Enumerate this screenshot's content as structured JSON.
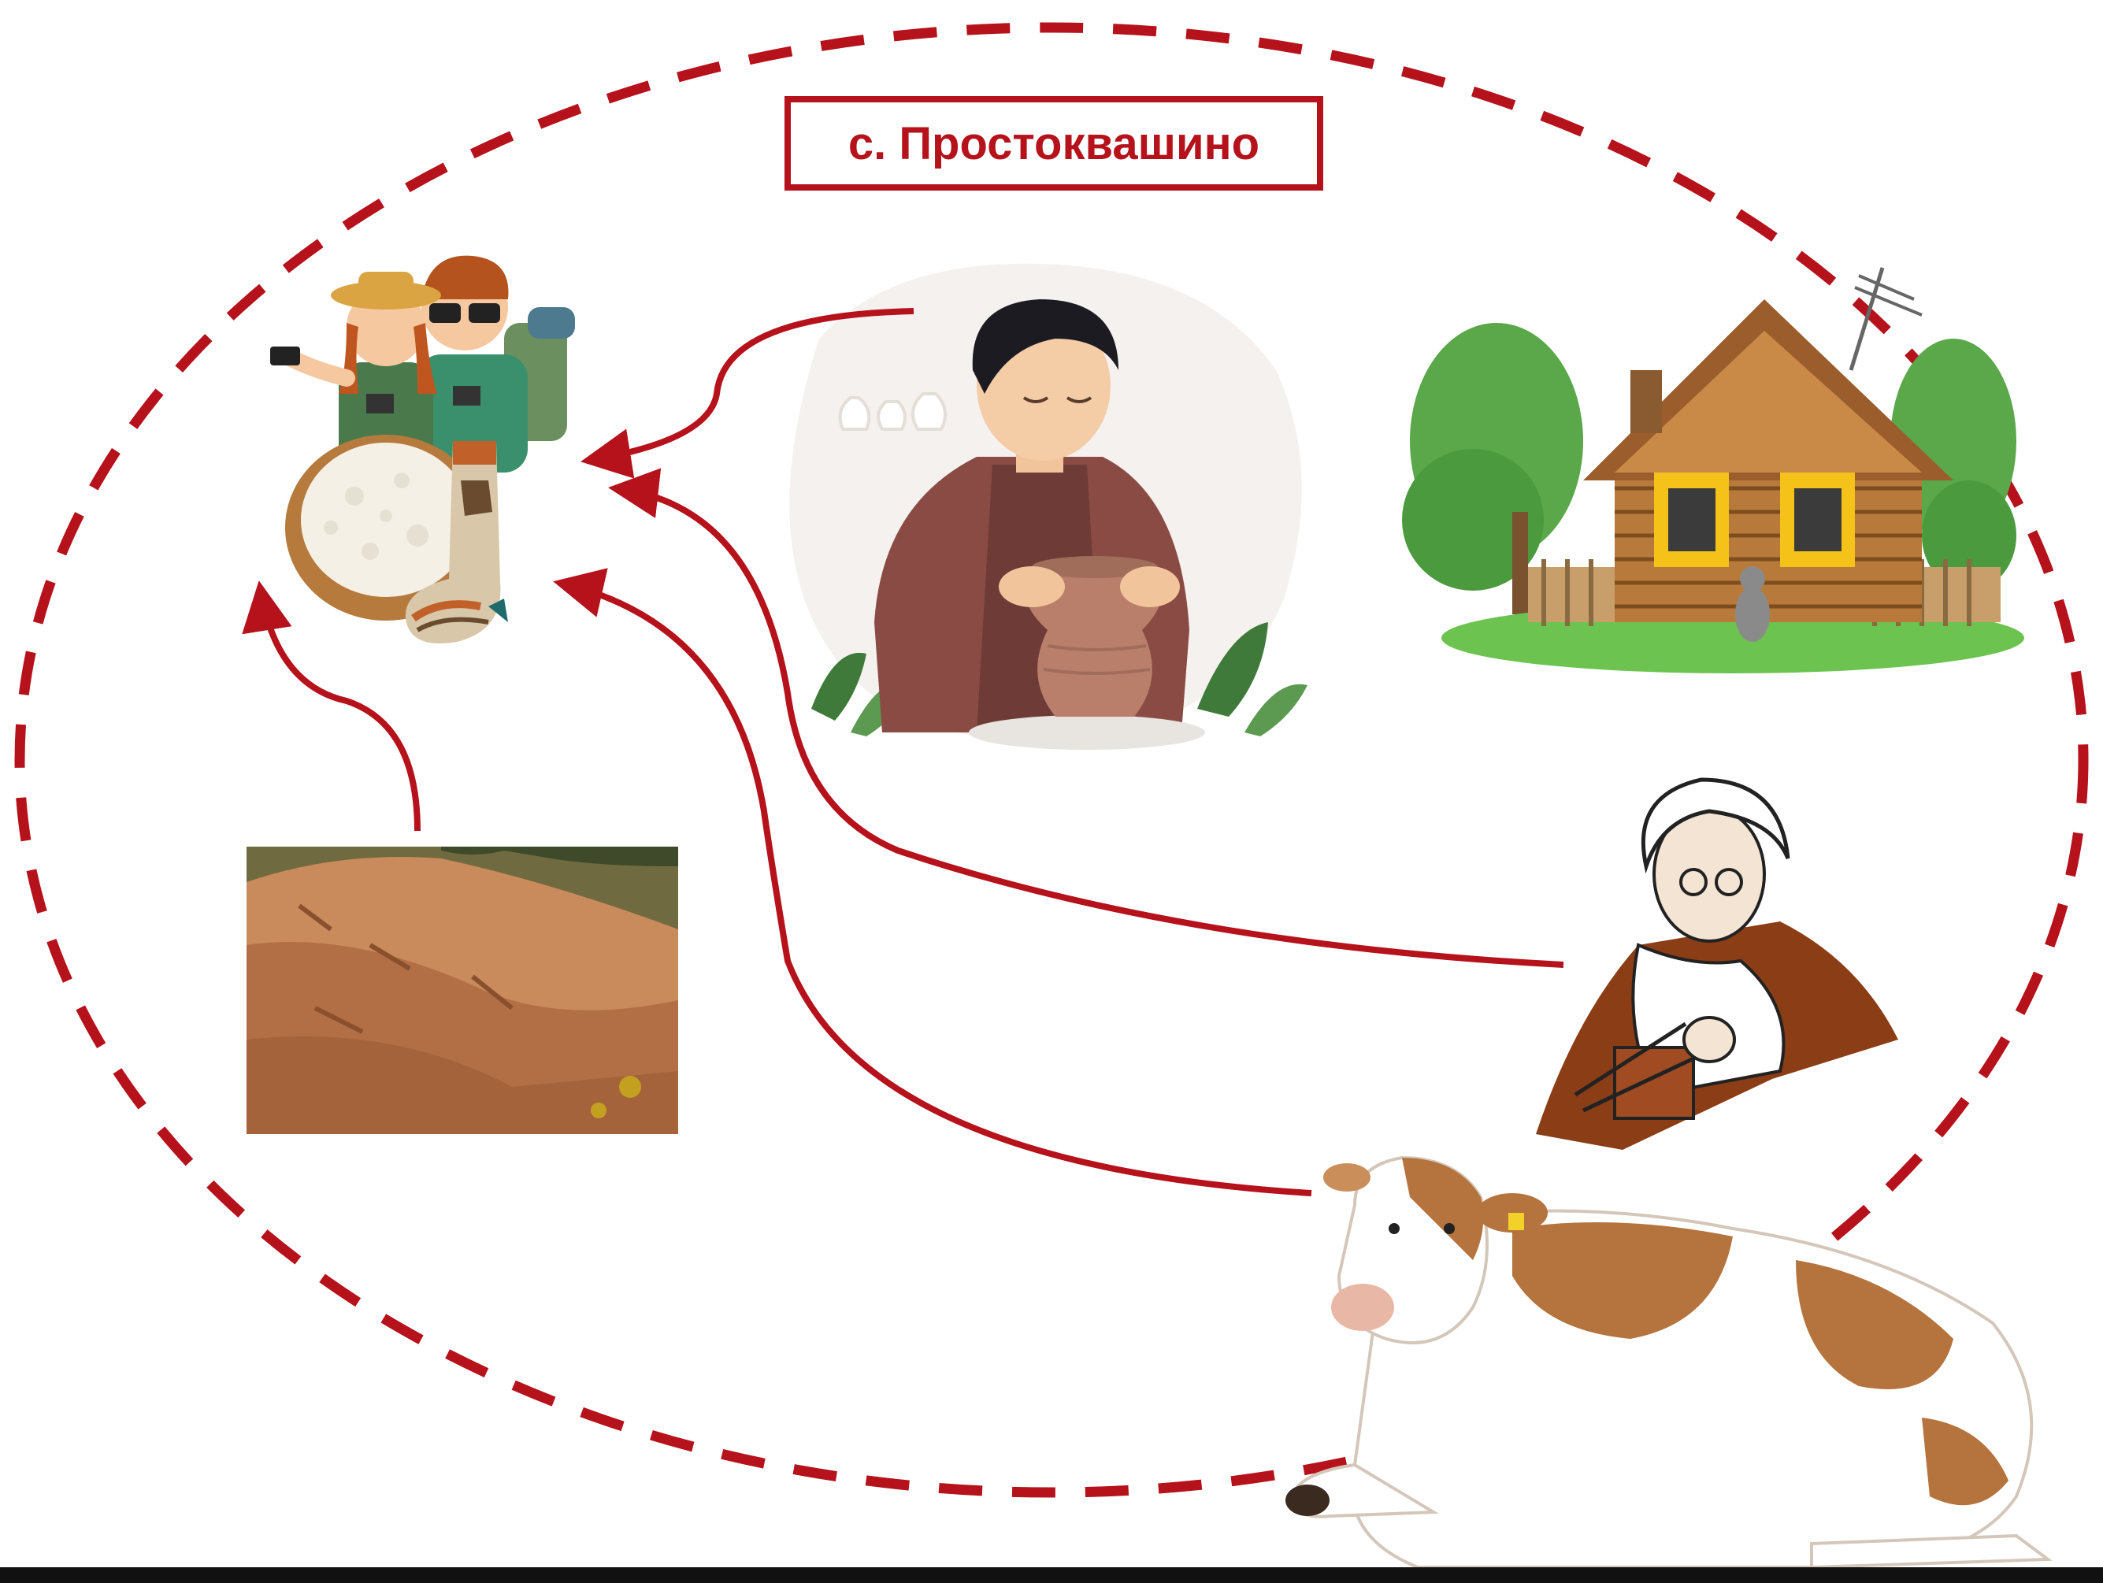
{
  "village_label": "с. Простоквашино",
  "colors": {
    "accent": "#b5121b",
    "background": "#ffffff"
  },
  "nodes": [
    {
      "id": "tourists-products",
      "desc": "tourists with backpacks, bowl of cottage cheese, knitted wool socks"
    },
    {
      "id": "potter",
      "desc": "man making clay pot"
    },
    {
      "id": "village-house",
      "desc": "wooden log house with fence and cat"
    },
    {
      "id": "knitting-grandmother",
      "desc": "old woman knitting"
    },
    {
      "id": "clay-slope",
      "desc": "clay soil slope"
    },
    {
      "id": "cow",
      "desc": "lying brown-white cow"
    }
  ],
  "arrows": [
    {
      "from": "potter",
      "to": "tourists-products"
    },
    {
      "from": "knitting-grandmother",
      "to": "tourists-products"
    },
    {
      "from": "cow",
      "to": "tourists-products"
    },
    {
      "from": "clay-slope",
      "to": "tourists-products"
    }
  ]
}
